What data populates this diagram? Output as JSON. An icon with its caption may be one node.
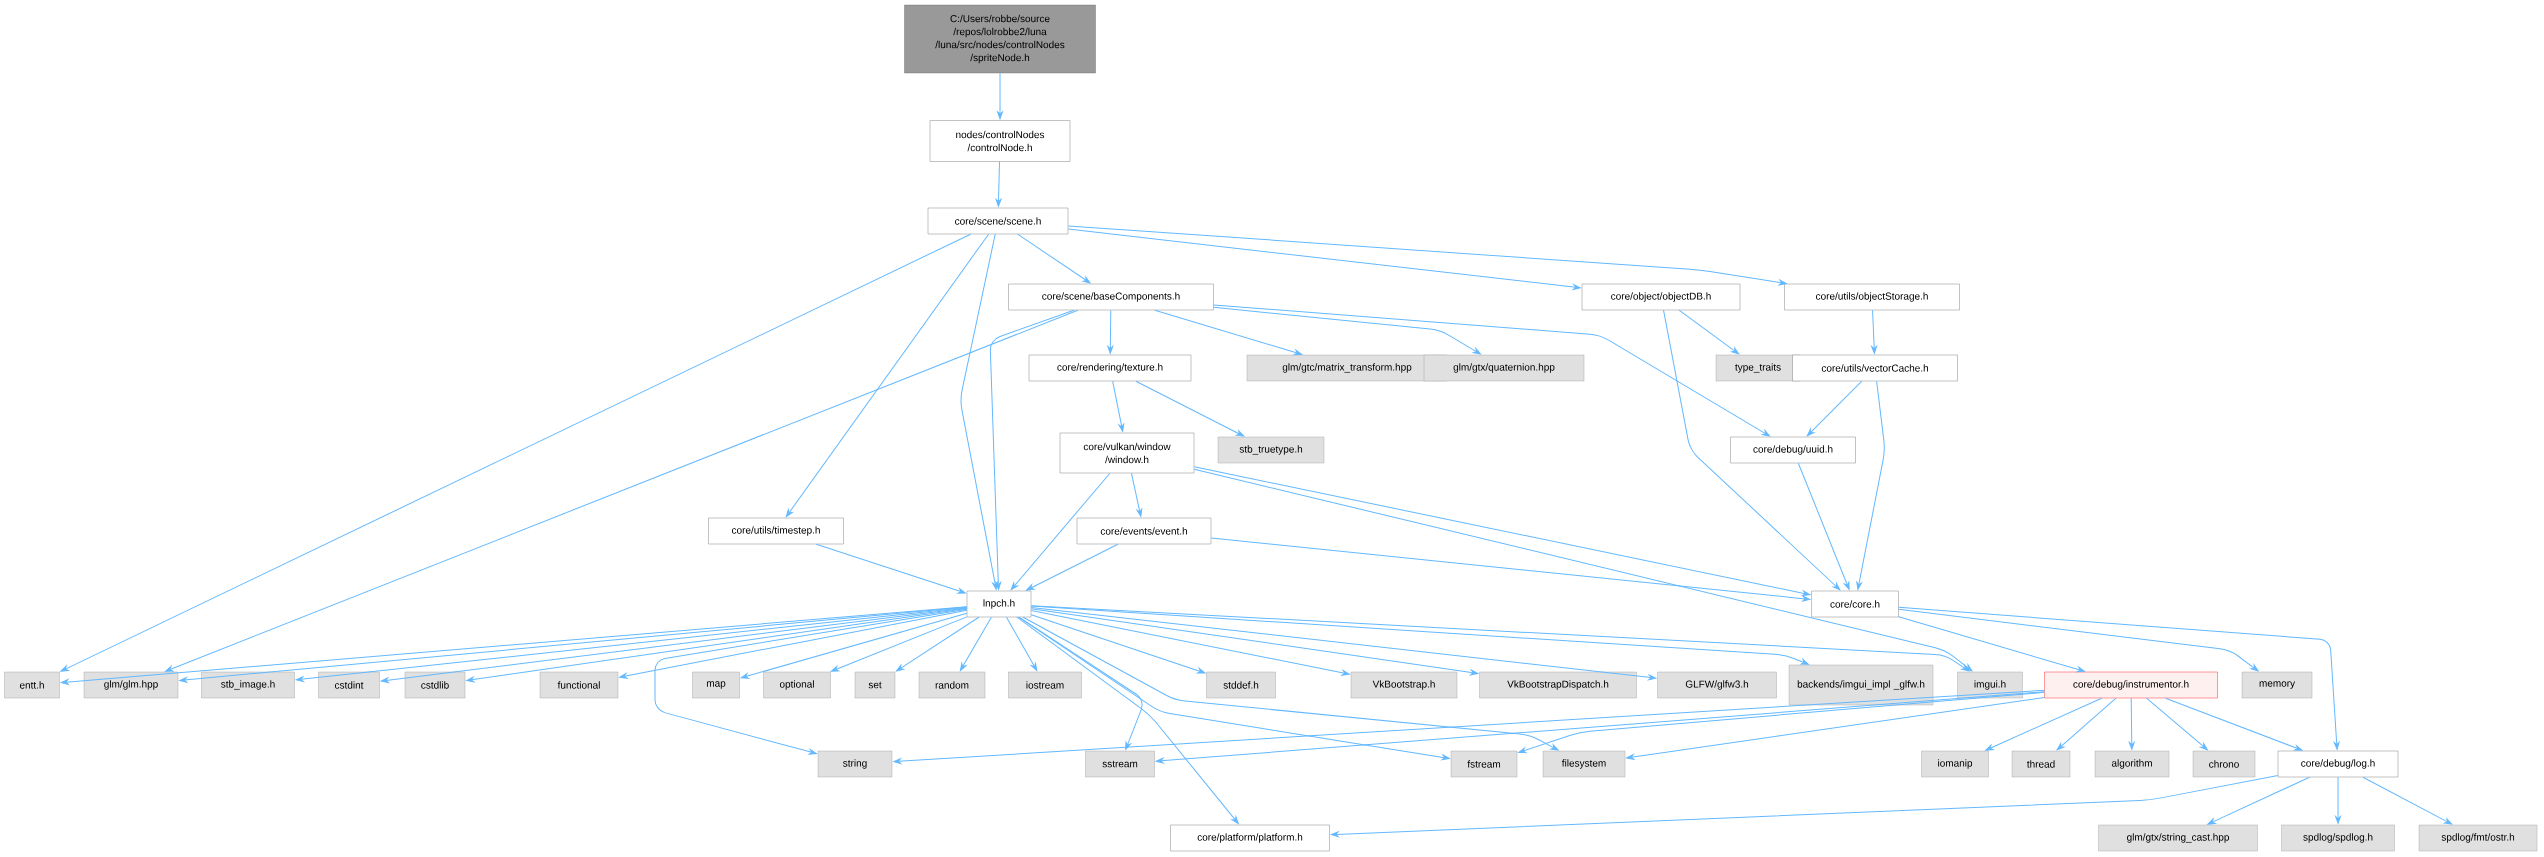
{
  "diagram": {
    "nodes": [
      {
        "text": [
          "C:/Users/robbe/source /repos/lolrobbe2/luna /luna/src/nodes/controlNodes /spriteNode.h"
        ]
      },
      {
        "text": [
          "nodes/controlNodes /controlNode.h"
        ]
      },
      {
        "text": [
          "core/scene/scene.h"
        ]
      },
      {
        "text": [
          "core/scene/baseComponents.h"
        ]
      },
      {
        "text": [
          "core/object/objectDB.h"
        ]
      },
      {
        "text": [
          "core/utils/objectStorage.h"
        ]
      },
      {
        "text": [
          "core/rendering/texture.h"
        ]
      },
      {
        "text": [
          "glm/gtc/matrix_transform.hpp"
        ]
      },
      {
        "text": [
          "glm/gtx/quaternion.hpp"
        ]
      },
      {
        "text": [
          "type_traits"
        ]
      },
      {
        "text": [
          "core/utils/vectorCache.h"
        ]
      },
      {
        "text": [
          "core/vulkan/window /window.h"
        ]
      },
      {
        "text": [
          "stb_truetype.h"
        ]
      },
      {
        "text": [
          "core/debug/uuid.h"
        ]
      },
      {
        "text": [
          "core/utils/timestep.h"
        ]
      },
      {
        "text": [
          "core/events/event.h"
        ]
      },
      {
        "text": [
          "core/core.h"
        ]
      },
      {
        "text": [
          "lnpch.h"
        ]
      },
      {
        "text": [
          "entt.h"
        ]
      },
      {
        "text": [
          "glm/glm.hpp"
        ]
      },
      {
        "text": [
          "stb_image.h"
        ]
      },
      {
        "text": [
          "cstdint"
        ]
      },
      {
        "text": [
          "cstdlib"
        ]
      },
      {
        "text": [
          "functional"
        ]
      },
      {
        "text": [
          "map"
        ]
      },
      {
        "text": [
          "optional"
        ]
      },
      {
        "text": [
          "set"
        ]
      },
      {
        "text": [
          "random"
        ]
      },
      {
        "text": [
          "iostream"
        ]
      },
      {
        "text": [
          "stddef.h"
        ]
      },
      {
        "text": [
          "VkBootstrap.h"
        ]
      },
      {
        "text": [
          "VkBootstrapDispatch.h"
        ]
      },
      {
        "text": [
          "GLFW/glfw3.h"
        ]
      },
      {
        "text": [
          "backends/imgui_impl _glfw.h"
        ]
      },
      {
        "text": [
          "imgui.h"
        ]
      },
      {
        "text": [
          "core/debug/instrumentor.h"
        ]
      },
      {
        "text": [
          "memory"
        ]
      },
      {
        "text": [
          "string"
        ]
      },
      {
        "text": [
          "sstream"
        ]
      },
      {
        "text": [
          "fstream"
        ]
      },
      {
        "text": [
          "filesystem"
        ]
      },
      {
        "text": [
          "iomanip"
        ]
      },
      {
        "text": [
          "thread"
        ]
      },
      {
        "text": [
          "algorithm"
        ]
      },
      {
        "text": [
          "chrono"
        ]
      },
      {
        "text": [
          "core/debug/log.h"
        ]
      },
      {
        "text": [
          "core/platform/platform.h"
        ]
      },
      {
        "text": [
          "glm/gtx/string_cast.hpp"
        ]
      },
      {
        "text": [
          "spdlog/spdlog.h"
        ]
      },
      {
        "text": [
          "spdlog/fmt/ostr.h"
        ]
      }
    ],
    "edges": [
      {
        "from": 0,
        "to": 1,
        "arrow": "to"
      },
      {
        "from": 1,
        "to": 2,
        "arrow": "to"
      },
      {
        "from": 2,
        "to": 18,
        "arrow": "to"
      },
      {
        "from": 2,
        "to": 14,
        "arrow": "to"
      },
      {
        "from": 2,
        "to": 17,
        "arrow": "to"
      },
      {
        "from": 2,
        "to": 3,
        "arrow": "to"
      },
      {
        "from": 2,
        "to": 4,
        "arrow": "to"
      },
      {
        "from": 2,
        "to": 5,
        "arrow": "to"
      },
      {
        "from": 3,
        "to": 19,
        "arrow": "to"
      },
      {
        "from": 3,
        "to": 17,
        "arrow": "to"
      },
      {
        "from": 3,
        "to": 6,
        "arrow": "to"
      },
      {
        "from": 3,
        "to": 7,
        "arrow": "to"
      },
      {
        "from": 3,
        "to": 8,
        "arrow": "to"
      },
      {
        "from": 3,
        "to": 13,
        "arrow": "to"
      },
      {
        "from": 4,
        "to": 9,
        "arrow": "to"
      },
      {
        "from": 4,
        "to": 16,
        "arrow": "to"
      },
      {
        "from": 5,
        "to": 10,
        "arrow": "to"
      },
      {
        "from": 10,
        "to": 13,
        "arrow": "to"
      },
      {
        "from": 10,
        "to": 16,
        "arrow": "to"
      },
      {
        "from": 6,
        "to": 11,
        "arrow": "to"
      },
      {
        "from": 6,
        "to": 12,
        "arrow": "to"
      },
      {
        "from": 11,
        "to": 17,
        "arrow": "to"
      },
      {
        "from": 11,
        "to": 15,
        "arrow": "to"
      },
      {
        "from": 11,
        "to": 16,
        "arrow": "to"
      },
      {
        "from": 11,
        "to": 34,
        "arrow": "to"
      },
      {
        "from": 13,
        "to": 16,
        "arrow": "to"
      },
      {
        "from": 14,
        "to": 17,
        "arrow": "to"
      },
      {
        "from": 15,
        "to": 17,
        "arrow": "to"
      },
      {
        "from": 15,
        "to": 16,
        "arrow": "to"
      },
      {
        "from": 17,
        "to": 18,
        "arrow": "to"
      },
      {
        "from": 17,
        "to": 19,
        "arrow": "to"
      },
      {
        "from": 17,
        "to": 20,
        "arrow": "to"
      },
      {
        "from": 17,
        "to": 21,
        "arrow": "to"
      },
      {
        "from": 17,
        "to": 22,
        "arrow": "to"
      },
      {
        "from": 17,
        "to": 23,
        "arrow": "to"
      },
      {
        "from": 17,
        "to": 24,
        "arrow": "to"
      },
      {
        "from": 17,
        "to": 25,
        "arrow": "to"
      },
      {
        "from": 17,
        "to": 26,
        "arrow": "to"
      },
      {
        "from": 17,
        "to": 27,
        "arrow": "to"
      },
      {
        "from": 17,
        "to": 28,
        "arrow": "to"
      },
      {
        "from": 17,
        "to": 37,
        "arrow": "to"
      },
      {
        "from": 17,
        "to": 38,
        "arrow": "to"
      },
      {
        "from": 17,
        "to": 29,
        "arrow": "to"
      },
      {
        "from": 17,
        "to": 39,
        "arrow": "to"
      },
      {
        "from": 17,
        "to": 40,
        "arrow": "to"
      },
      {
        "from": 17,
        "to": 30,
        "arrow": "to"
      },
      {
        "from": 17,
        "to": 31,
        "arrow": "to"
      },
      {
        "from": 17,
        "to": 32,
        "arrow": "to"
      },
      {
        "from": 17,
        "to": 33,
        "arrow": "to"
      },
      {
        "from": 17,
        "to": 34,
        "arrow": "to"
      },
      {
        "from": 17,
        "to": 46,
        "arrow": "to"
      },
      {
        "from": 16,
        "to": 35,
        "arrow": "to"
      },
      {
        "from": 16,
        "to": 36,
        "arrow": "to"
      },
      {
        "from": 16,
        "to": 45,
        "arrow": "to"
      },
      {
        "from": 35,
        "to": 37,
        "arrow": "to"
      },
      {
        "from": 35,
        "to": 38,
        "arrow": "to"
      },
      {
        "from": 35,
        "to": 39,
        "arrow": "to"
      },
      {
        "from": 35,
        "to": 40,
        "arrow": "to"
      },
      {
        "from": 35,
        "to": 41,
        "arrow": "to"
      },
      {
        "from": 35,
        "to": 42,
        "arrow": "to"
      },
      {
        "from": 35,
        "to": 43,
        "arrow": "to"
      },
      {
        "from": 35,
        "to": 44,
        "arrow": "to"
      },
      {
        "from": 35,
        "to": 45,
        "arrow": "to"
      },
      {
        "from": 45,
        "to": 46,
        "arrow": "to"
      },
      {
        "from": 45,
        "to": 47,
        "arrow": "to"
      },
      {
        "from": 45,
        "to": 48,
        "arrow": "to"
      },
      {
        "from": 45,
        "to": 49,
        "arrow": "to"
      }
    ]
  }
}
